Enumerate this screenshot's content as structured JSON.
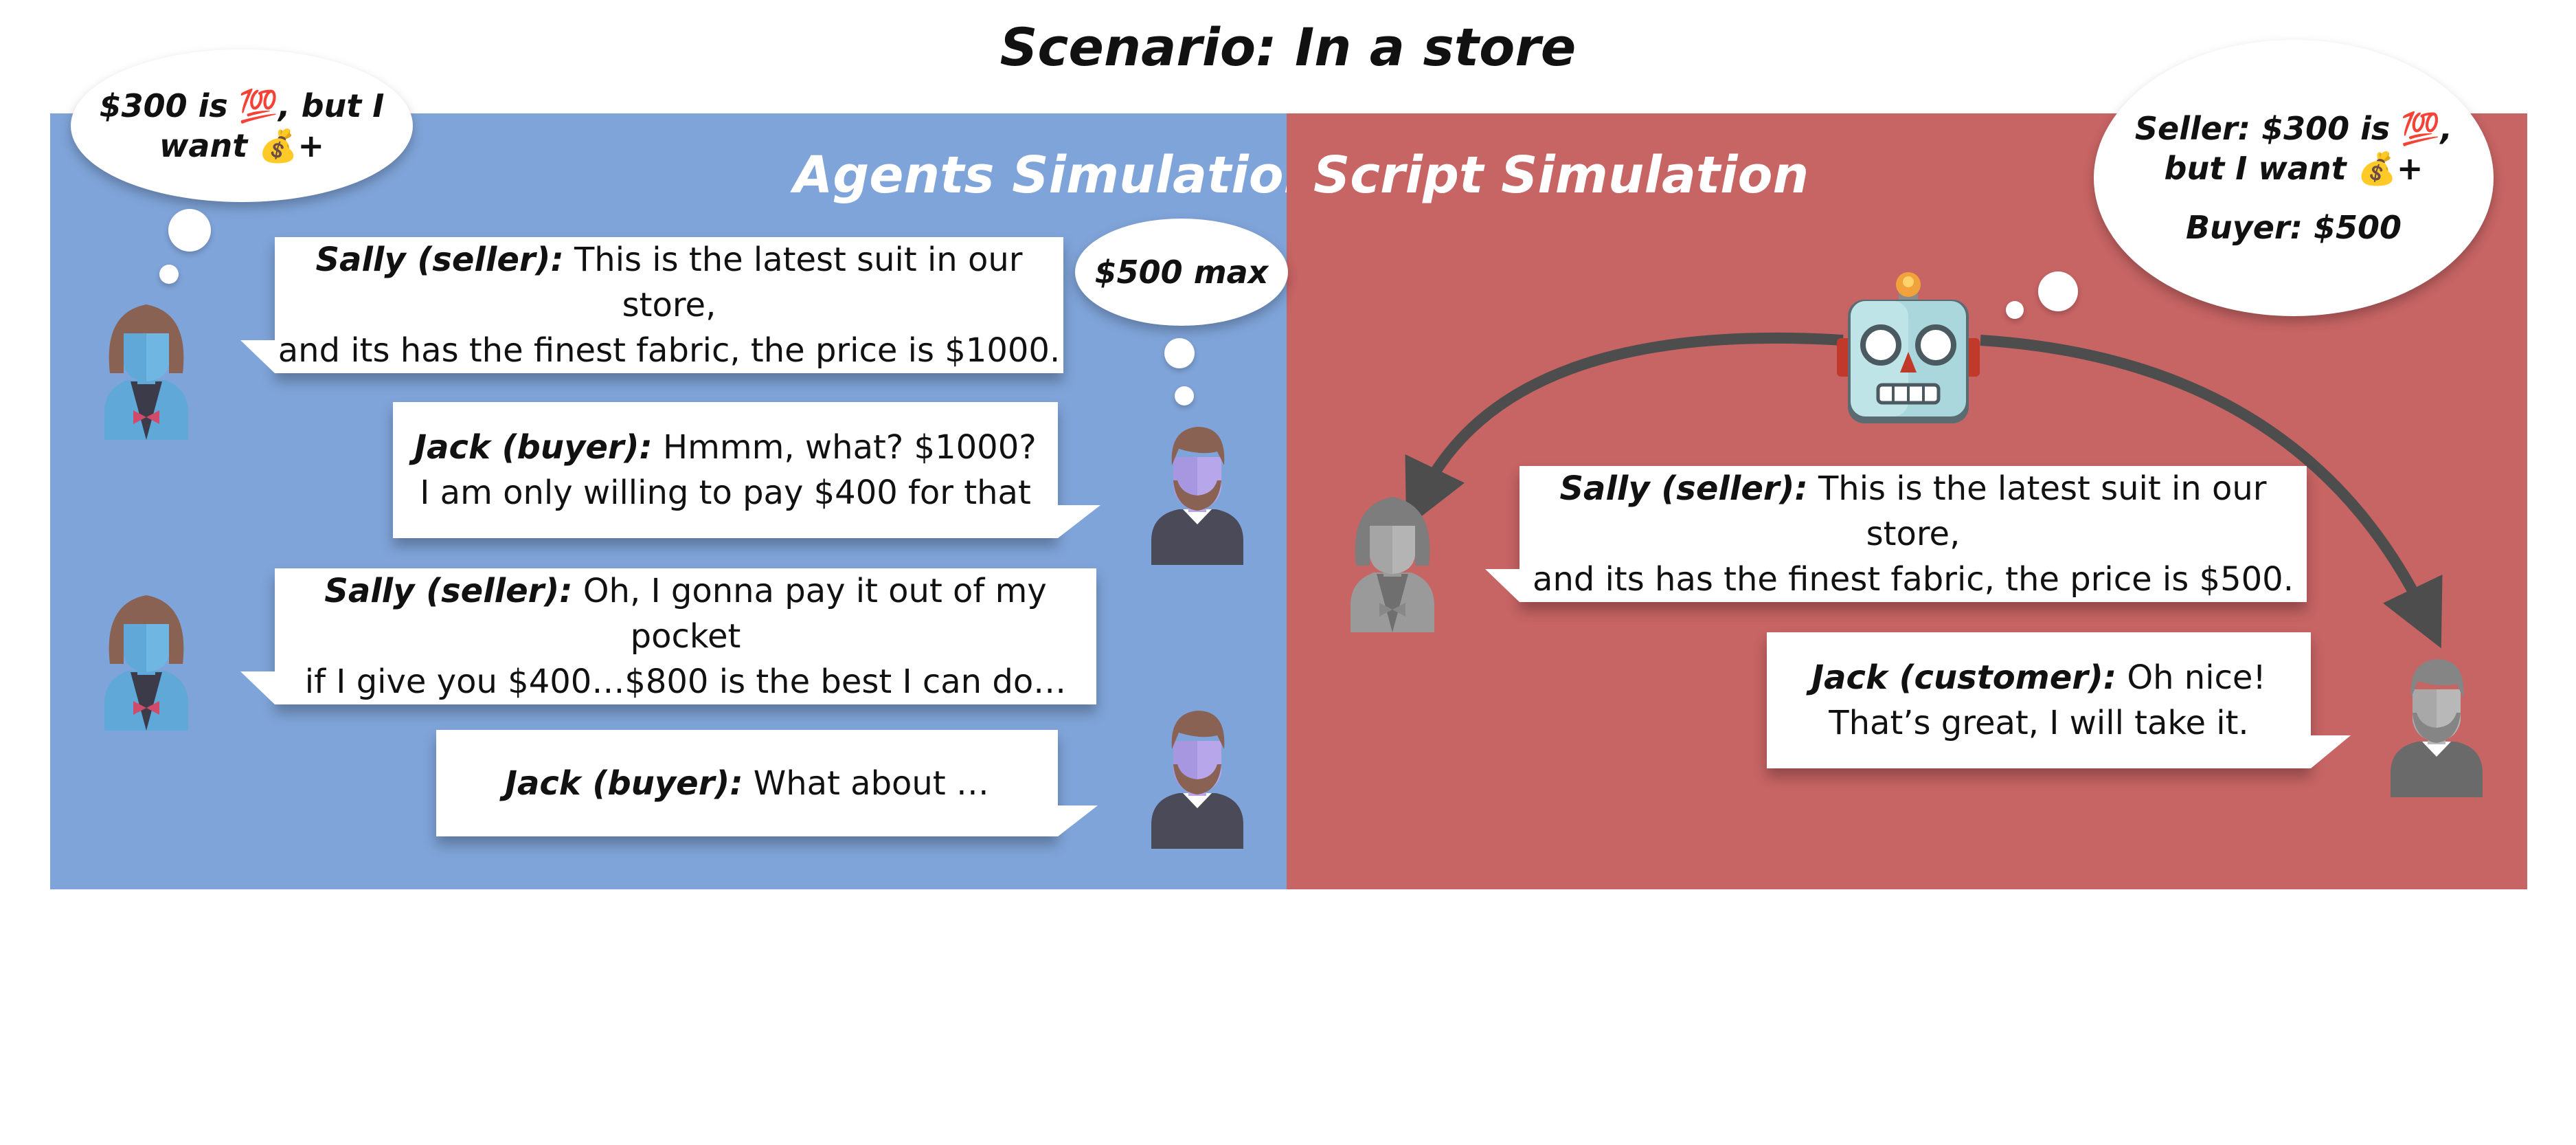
{
  "title": "Scenario: In a store",
  "agents": {
    "heading": "Agents Simulation",
    "seller_thought": {
      "prefix": "$300 is",
      "emoji": "💯",
      "mid": ", but I",
      "want": "want",
      "emoji2": "💰",
      "suffix": "+"
    },
    "buyer_thought": "$500 max",
    "dialogue": [
      {
        "speaker": "Sally (seller):",
        "line1": "This is the latest suit in our store,",
        "line2": "and its has the finest fabric, the price is $1000."
      },
      {
        "speaker": "Jack (buyer):",
        "line1": "Hmmm, what? $1000?",
        "line2": "I am only willing to pay $400 for that"
      },
      {
        "speaker": "Sally (seller):",
        "line1": "Oh, I gonna pay it out of my pocket",
        "line2": "if I give you $400…$800 is the best I can do…"
      },
      {
        "speaker": "Jack (buyer):",
        "line1": "What about …",
        "line2": ""
      }
    ]
  },
  "script": {
    "heading": "Script Simulation",
    "robot_thought": {
      "seller_prefix": "Seller: $300 is",
      "emoji": "💯",
      "comma": ",",
      "line2a": "but I want",
      "emoji2": "💰",
      "line2b": "+",
      "buyer": "Buyer: $500"
    },
    "dialogue": [
      {
        "speaker": "Sally (seller):",
        "line1": "This is the latest suit in our store,",
        "line2": "and its has the finest fabric, the price is $500."
      },
      {
        "speaker": "Jack (customer):",
        "line1": "Oh nice!",
        "line2": "That’s great, I will take it."
      }
    ]
  },
  "colors": {
    "agents_panel": "#7fa4d9",
    "script_panel": "#c76464",
    "arrow": "#4d4d4d"
  },
  "icons": [
    "female-seller-avatar",
    "male-buyer-avatar",
    "robot-icon",
    "thought-bubble"
  ]
}
